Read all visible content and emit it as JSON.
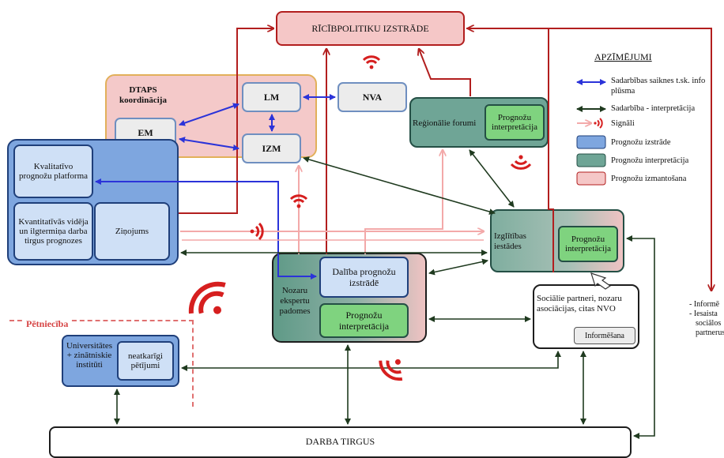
{
  "colors": {
    "coordination_fill": "#f4c9c9",
    "coordination_border": "#e2b05a",
    "blue_fill": "#7ea6df",
    "blue_border": "#1f3f7a",
    "light_blue": "#cfe0f6",
    "green_fill": "#6fa596",
    "green_border": "#244f45",
    "light_green": "#7fd37f",
    "pink_fill": "#f5c7c7",
    "gray_box": "#ececec",
    "arrow_blue": "#2b33d9",
    "arrow_green": "#1f3a1f",
    "arrow_red": "#b21e1e",
    "arrow_pink": "#f3a9a9",
    "signal_red": "#d61f1f",
    "research_dashed": "#e07070"
  },
  "nodes": {
    "policy": "RĪCĪBPOLITIKU IZSTRĀDE",
    "dtaps": "DTAPS koordinācija",
    "lm": "LM",
    "nva": "NVA",
    "em": "EM",
    "izm": "IZM",
    "quality_platform": "Kvalitatīvo prognožu platforma",
    "quant_forecasts": "Kvantitatīvās vidēja un ilgtermiņa darba tirgus prognozes",
    "report": "Ziņojums",
    "regional_forums": "Reģionālie forumi",
    "regional_interp": "Prognožu interpretācija",
    "edu_institutions": "Izglītības iestādes",
    "edu_interp": "Prognožu interpretācija",
    "expert_councils": "Nozaru ekspertu padomes",
    "forecast_participation": "Dalība prognožu izstrādē",
    "expert_interp": "Prognožu interpretācija",
    "social_partners": "Sociālie partneri, nozaru asociācijas, citas NVO",
    "informing": "Informēšana",
    "research_title": "Pētniecība",
    "universities": "Universitātes + zinātniskie institūti",
    "independent_research": "neatkarīgi pētījumi",
    "labour_market": "DARBA TIRGUS",
    "side_note": [
      "- Informē",
      "- Iesaista",
      "sociālos",
      "partnerus"
    ]
  },
  "legend": {
    "title": "APZĪMĒJUMI",
    "items": [
      {
        "text": "Sadarbības saiknes t.sk. info plūsma",
        "kind": "blue-arrow"
      },
      {
        "text": "Sadarbība - interpretācija",
        "kind": "green-arrow"
      },
      {
        "text": "Signāli",
        "kind": "signal"
      },
      {
        "text": "Prognožu izstrāde",
        "kind": "blue-box"
      },
      {
        "text": "Prognožu interpretācija",
        "kind": "green-box"
      },
      {
        "text": "Prognožu izmantošana",
        "kind": "pink-box"
      }
    ]
  }
}
